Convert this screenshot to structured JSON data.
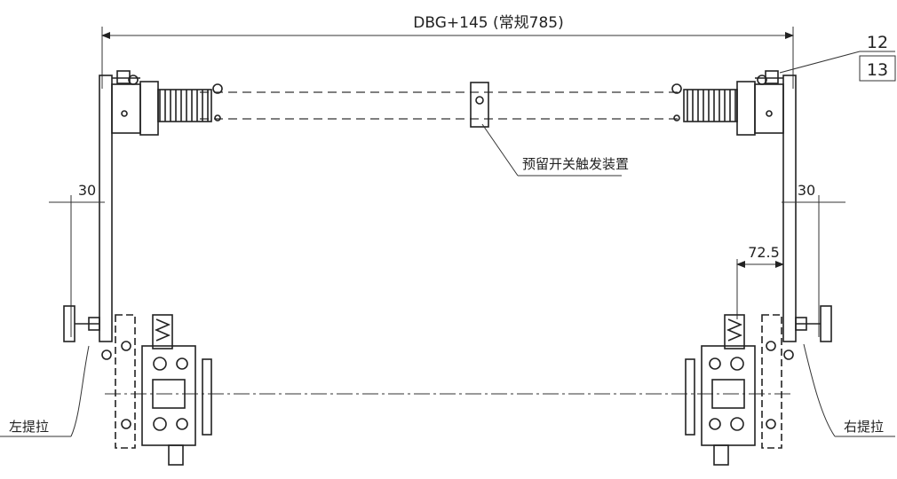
{
  "drawing": {
    "overall_dimension": "DBG+145 (常规785)",
    "callout_top": "12",
    "callout_bottom": "13",
    "trigger_label": "预留开关触发装置",
    "left_offset": "30",
    "right_offset": "30",
    "right_inner_dimension": "72.5",
    "left_pull": "左提拉",
    "right_pull": "右提拉"
  }
}
